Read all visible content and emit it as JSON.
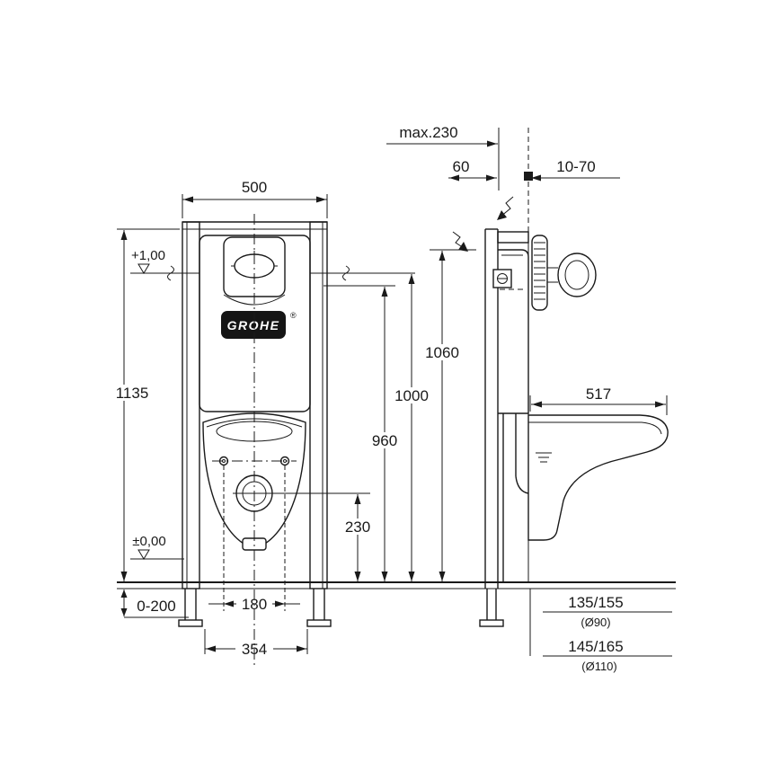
{
  "brand": {
    "name": "GROHE",
    "reg": "®"
  },
  "front": {
    "w500": "500",
    "h1135": "1135",
    "lvl1": "+1,00",
    "lvl0": "±0,00",
    "d1060": "1060",
    "d1000": "1000",
    "d960": "960",
    "d230": "230",
    "feet": "0-200",
    "d180": "180",
    "d354": "354"
  },
  "side": {
    "depth": "max.230",
    "d60": "60",
    "wall": "10-70",
    "d517": "517",
    "outlet1": "135/155",
    "outlet1_dia": "(Ø90)",
    "outlet2": "145/165",
    "outlet2_dia": "(Ø110)"
  }
}
